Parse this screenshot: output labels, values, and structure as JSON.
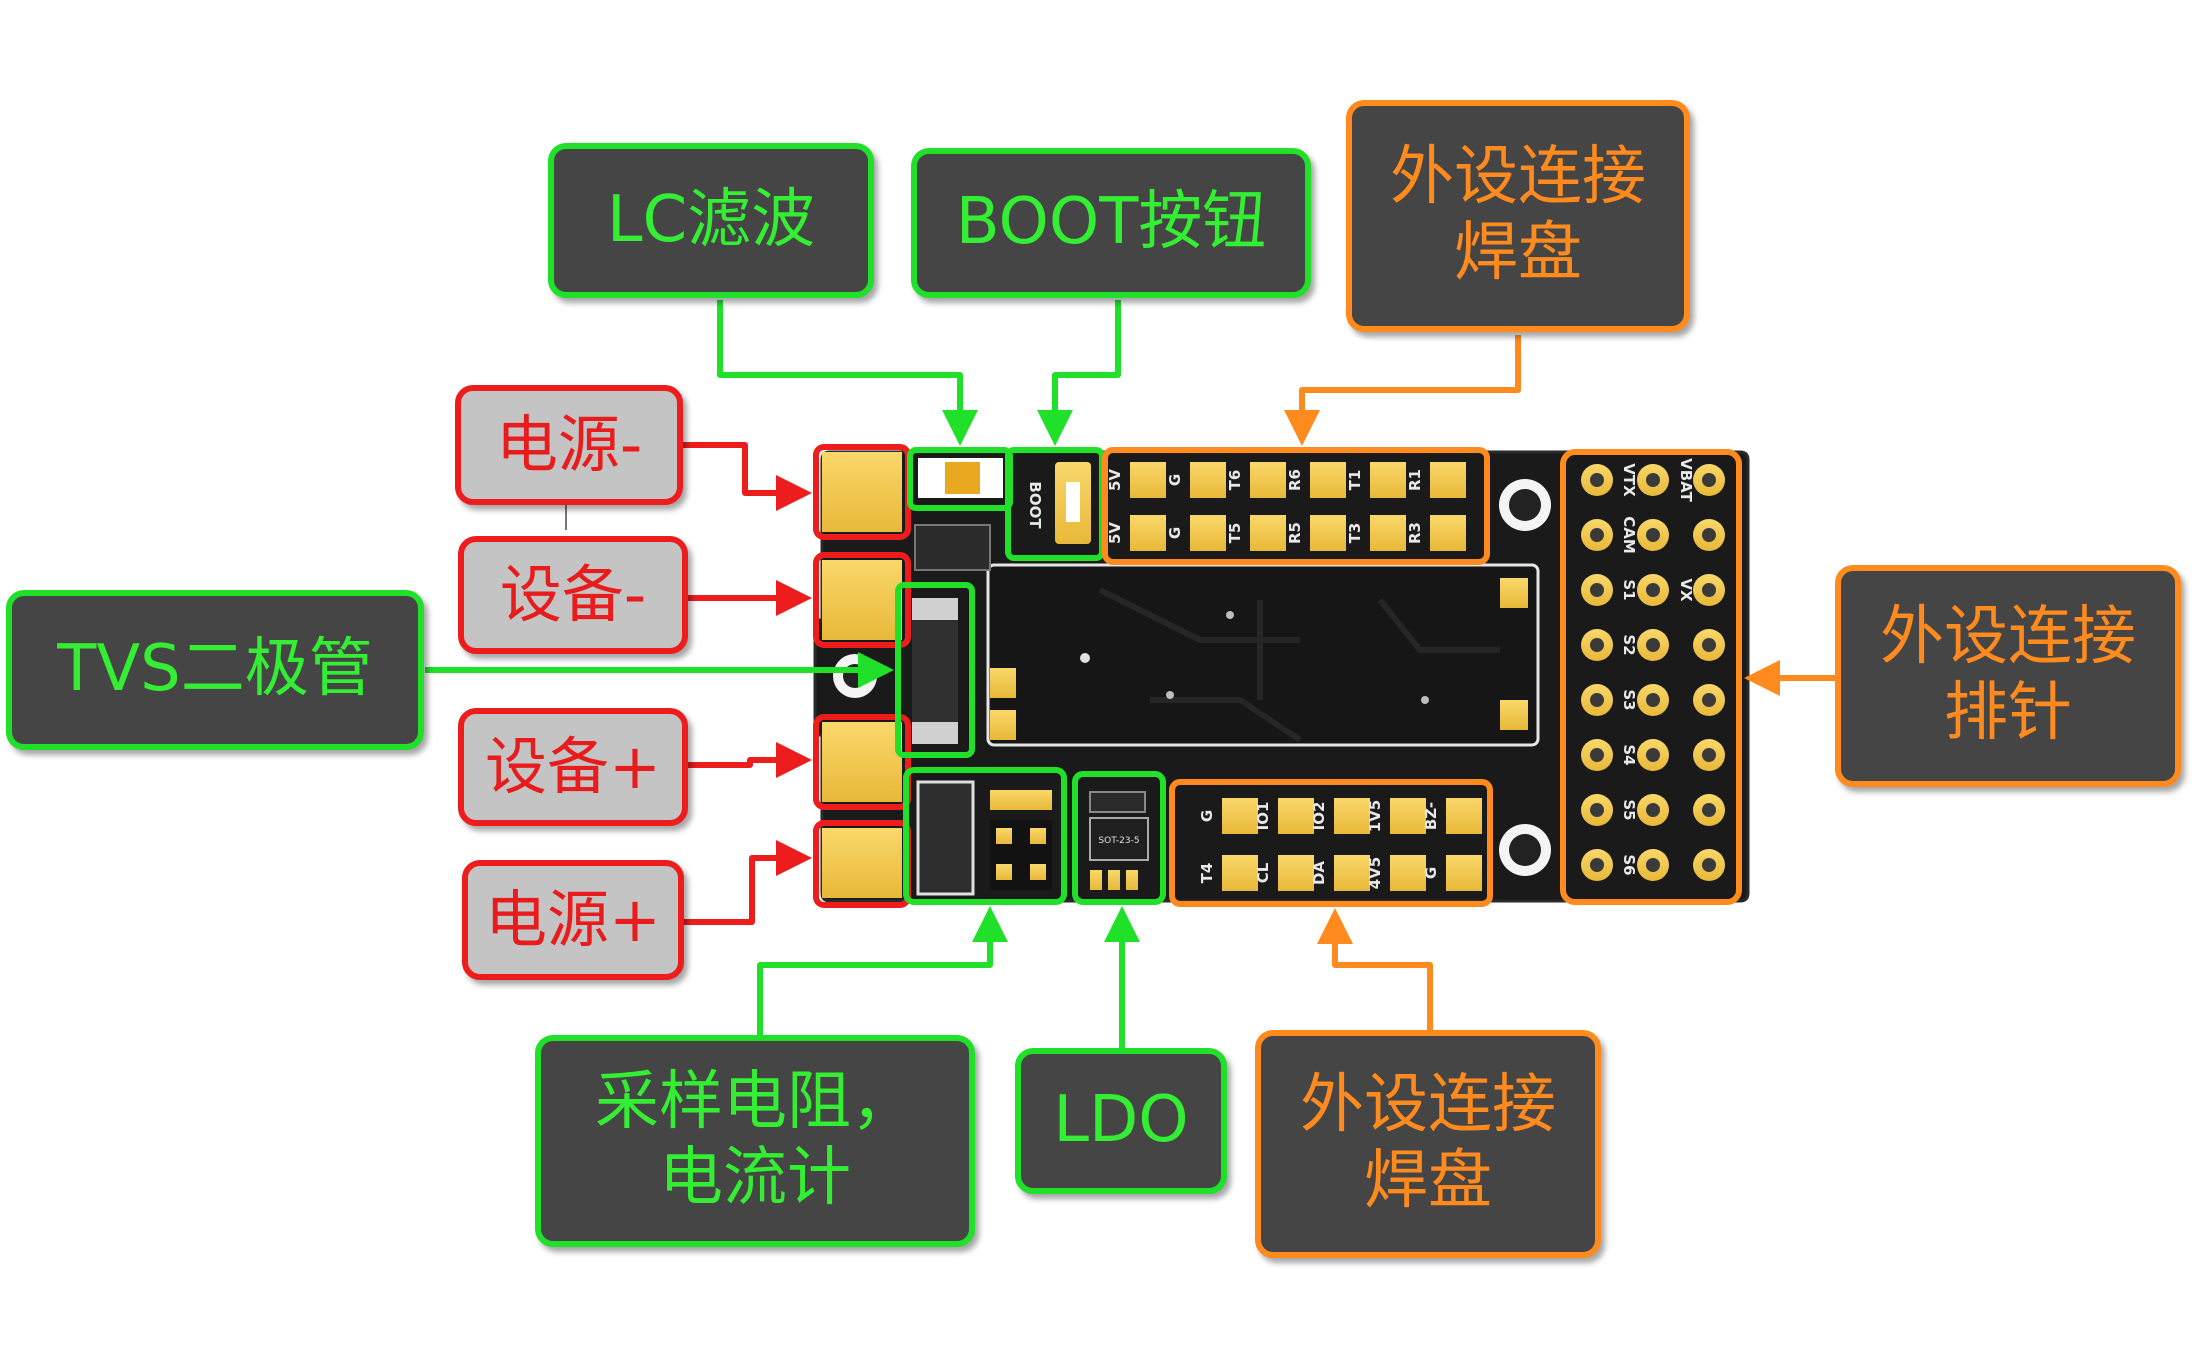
{
  "callouts": {
    "lc_filter": "LC滤波",
    "boot_button": "BOOT按钮",
    "pads_top": "外设连接\n焊盘",
    "pads_bottom": "外设连接\n焊盘",
    "header_pins": "外设连接\n排针",
    "tvs_diode": "TVS二极管",
    "power_minus": "电源-",
    "device_minus": "设备-",
    "device_plus": "设备+",
    "power_plus": "电源+",
    "shunt_resistor": "采样电阻，\n电流计",
    "ldo": "LDO"
  },
  "board": {
    "silkscreen_boot": "BOOT",
    "sot_label": "SOT-23-5",
    "top_pads_row1": [
      "5V",
      "G",
      "T6",
      "R6",
      "T1",
      "R1"
    ],
    "top_pads_row2": [
      "5V",
      "G",
      "T5",
      "R5",
      "T3",
      "R3"
    ],
    "bottom_pads_row1": [
      "G",
      "IO1",
      "IO2",
      "1V5",
      "BZ-"
    ],
    "bottom_pads_row2": [
      "T4",
      "CL",
      "DA",
      "4V5",
      "G"
    ],
    "header_left": [
      "VTX",
      "CAM",
      "S1",
      "S2",
      "S3",
      "S4",
      "S5",
      "S6"
    ],
    "header_right": [
      "VBAT",
      "",
      "VX",
      "",
      "",
      "",
      "",
      ""
    ]
  },
  "colors": {
    "green": "#20e02a",
    "orange": "#ff8a1e",
    "red": "#ee1d1d",
    "callout_bg": "#454545",
    "pcb": "#1c1c1c",
    "pad_gold": "#f2c94c"
  }
}
